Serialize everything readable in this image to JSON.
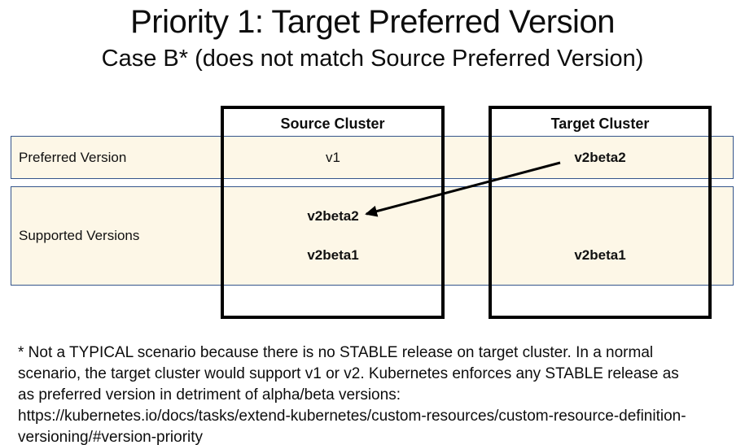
{
  "slide": {
    "title": "Priority 1: Target Preferred Version",
    "subtitle": "Case B* (does not match Source Preferred Version)"
  },
  "table": {
    "row_labels": {
      "preferred": "Preferred Version",
      "supported": "Supported Versions"
    },
    "source": {
      "header": "Source Cluster",
      "preferred_version": "v1",
      "supported_versions": [
        "v2beta2",
        "v2beta1"
      ]
    },
    "target": {
      "header": "Target Cluster",
      "preferred_version": "v2beta2",
      "supported_versions": [
        "v2beta1"
      ]
    }
  },
  "annotation_arrow": {
    "meaning": "target preferred v2beta2 points to matching v2beta2 in source supported versions"
  },
  "footnote": {
    "lines": [
      "* Not a TYPICAL scenario because there is no STABLE release on target cluster. In a normal",
      "scenario, the target cluster would support v1 or v2. Kubernetes enforces any STABLE release as",
      "as preferred version in detriment of alpha/beta versions:",
      "https://kubernetes.io/docs/tasks/extend-kubernetes/custom-resources/custom-resource-definition-",
      "versioning/#version-priority"
    ]
  },
  "colors": {
    "band_fill": "#FDF7E7",
    "band_border": "#35558B",
    "box_border": "#000000",
    "arrow": "#000000"
  }
}
